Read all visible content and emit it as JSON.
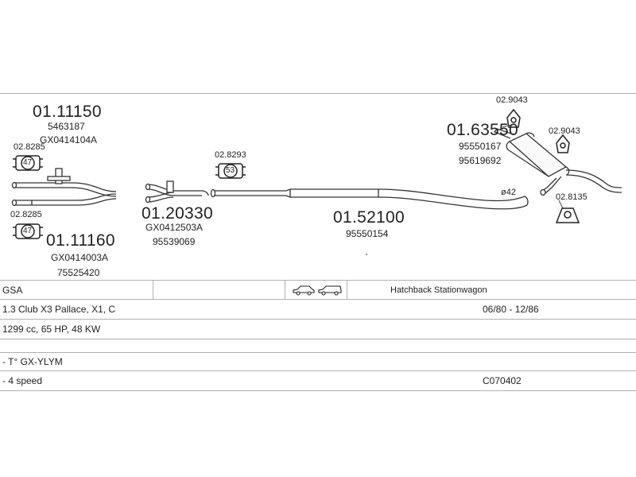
{
  "parts": {
    "p1": {
      "number": "01.11150",
      "refs": [
        "5463187",
        "GX0414104A"
      ]
    },
    "p2": {
      "number": "01.11160",
      "refs": [
        "GX0414003A",
        "75525420"
      ]
    },
    "p3": {
      "number": "01.20330",
      "refs": [
        "GX0412503A",
        "95539069"
      ]
    },
    "p4": {
      "number": "01.52100",
      "refs": [
        "95550154"
      ]
    },
    "p5": {
      "number": "01.63550",
      "refs": [
        "95550167",
        "95619692"
      ]
    }
  },
  "accessories": {
    "a1": {
      "number": "02.8285",
      "badge": "47"
    },
    "a2": {
      "number": "02.8285",
      "badge": "47"
    },
    "a3": {
      "number": "02.8293",
      "badge": "53"
    },
    "a4": {
      "number": "02.9043"
    },
    "a5": {
      "number": "02.9043"
    },
    "a6": {
      "number": "02.8135"
    }
  },
  "pipe_diameter": "ø42",
  "vehicle": {
    "model": "GSA",
    "body_types": "Hatchback Stationwagon",
    "version": "1.3 Club X3 Pallace, X1, C",
    "years": "06/80 - 12/86",
    "engine": "1299 cc, 65 HP, 48 KW",
    "engine_code": "- T° GX-YLYM",
    "gearbox": "- 4 speed",
    "catalog_code": "C070402"
  }
}
